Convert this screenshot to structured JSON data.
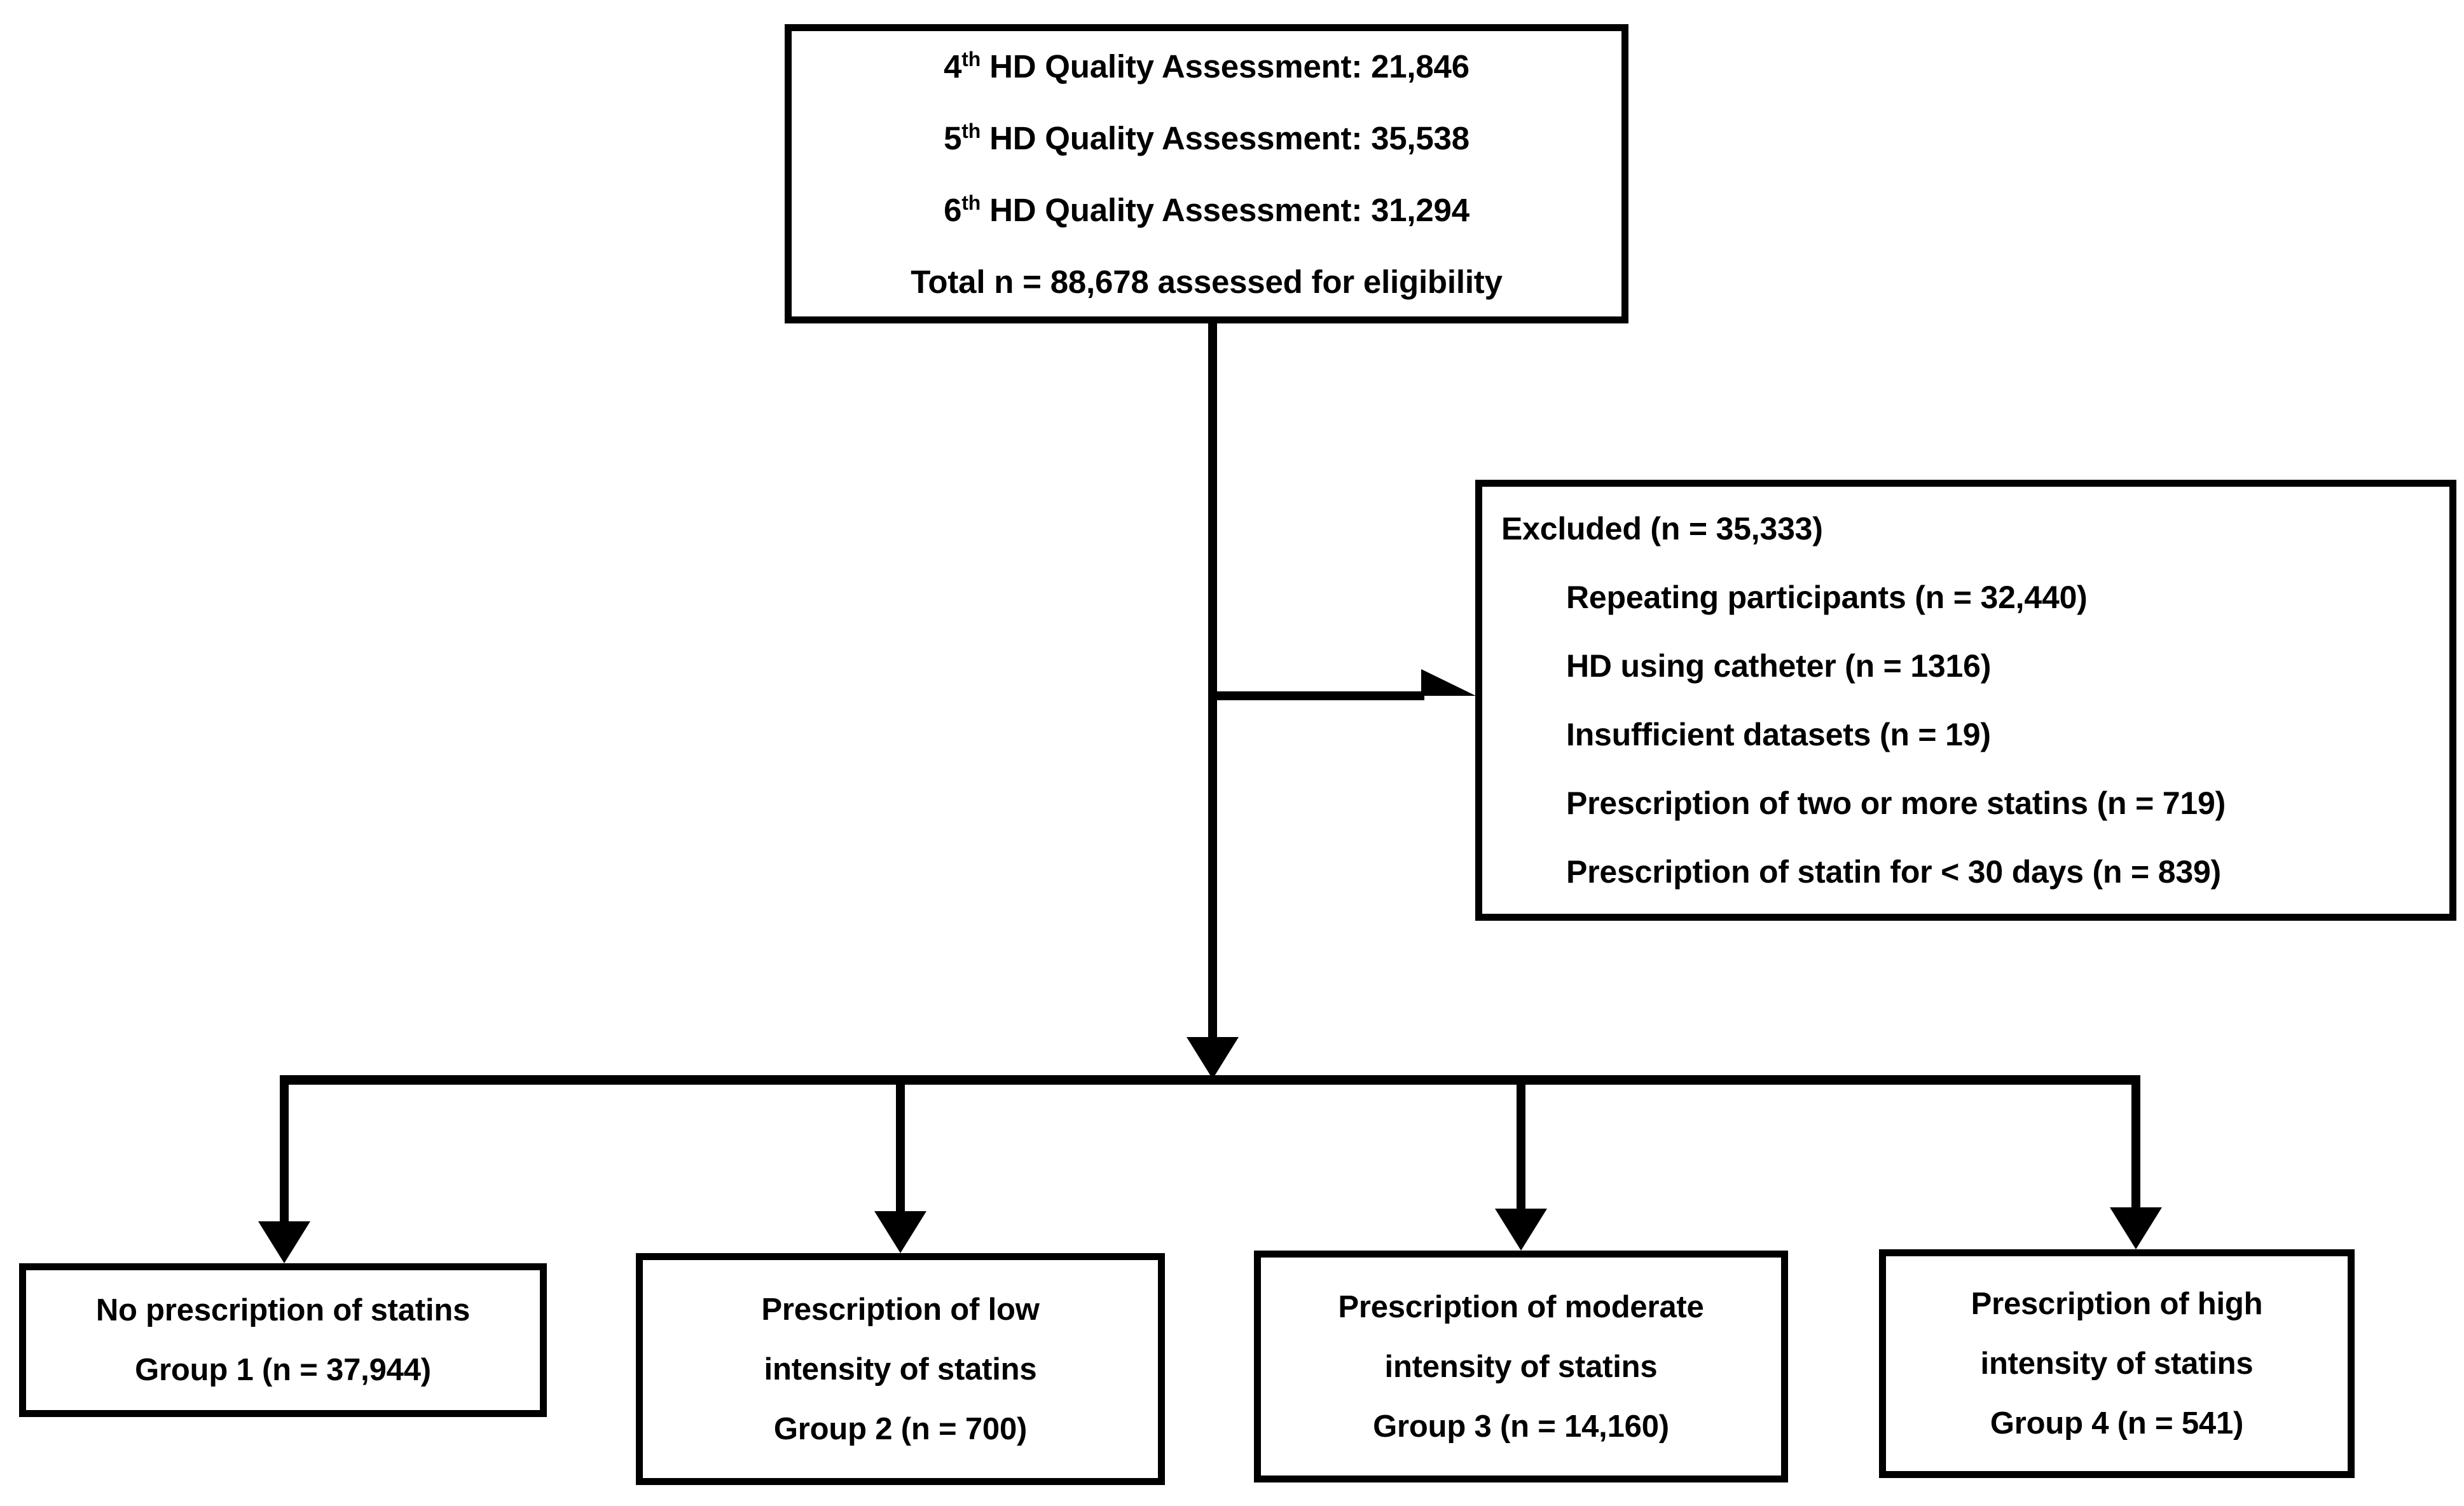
{
  "diagram": {
    "type": "participant-flow-diagram",
    "title": "Statin prescription study participant flow"
  },
  "summary_box": {
    "lines": [
      {
        "prefix": "4",
        "sup": "th",
        "rest": " HD Quality Assessment: 21,846"
      },
      {
        "prefix": "5",
        "sup": "th",
        "rest": " HD Quality Assessment: 35,538"
      },
      {
        "prefix": "6",
        "sup": "th",
        "rest": " HD Quality Assessment: 31,294"
      },
      {
        "prefix": "",
        "sup": "",
        "rest": "Total n = 88,678 assessed for eligibility"
      }
    ],
    "line_0_full": "4th HD Quality Assessment: 21,846",
    "line_1_full": "5th HD Quality Assessment: 35,538",
    "line_2_full": "6th HD Quality Assessment: 31,294",
    "line_3_full": "Total n = 88,678 assessed for eligibility",
    "assessment_counts": {
      "fourth_hd_quality_assessment": 21846,
      "fifth_hd_quality_assessment": 35538,
      "sixth_hd_quality_assessment": 31294,
      "total_assessed_for_eligibility": 88678
    }
  },
  "excluded_box": {
    "heading": "Excluded (n = 35,333)",
    "total_excluded": 35333,
    "reasons": [
      {
        "label": "Repeating participants (n = 32,440)",
        "n": 32440
      },
      {
        "label": "HD using catheter (n = 1316)",
        "n": 1316
      },
      {
        "label": "Insufficient datasets (n = 19)",
        "n": 19
      },
      {
        "label": "Prescription of two or more statins (n = 719)",
        "n": 719
      },
      {
        "label": "Prescription of statin for < 30 days (n = 839)",
        "n": 839
      }
    ]
  },
  "groups": [
    {
      "id": "group-1",
      "lines": [
        "No prescription of statins",
        "Group 1 (n = 37,944)"
      ],
      "line_0": "No prescription of statins",
      "line_1": "Group 1 (n = 37,944)",
      "line_2": "",
      "group_number": 1,
      "n": 37944
    },
    {
      "id": "group-2",
      "lines": [
        "Prescription of low",
        "intensity of statins",
        "Group 2 (n = 700)"
      ],
      "line_0": "Prescription of low",
      "line_1": "intensity of statins",
      "line_2": "Group 2 (n = 700)",
      "group_number": 2,
      "n": 700
    },
    {
      "id": "group-3",
      "lines": [
        "Prescription of moderate",
        "intensity of statins",
        "Group 3 (n = 14,160)"
      ],
      "line_0": "Prescription of moderate",
      "line_1": "intensity of statins",
      "line_2": "Group 3 (n = 14,160)",
      "group_number": 3,
      "n": 14160
    },
    {
      "id": "group-4",
      "lines": [
        "Prescription of high",
        "intensity of statins",
        "Group 4 (n = 541)"
      ],
      "line_0": "Prescription of high",
      "line_1": "intensity of statins",
      "line_2": "Group 4 (n = 541)",
      "group_number": 4,
      "n": 541
    }
  ],
  "colors": {
    "stroke": "#000000",
    "fill": "#ffffff",
    "text": "#000000"
  }
}
